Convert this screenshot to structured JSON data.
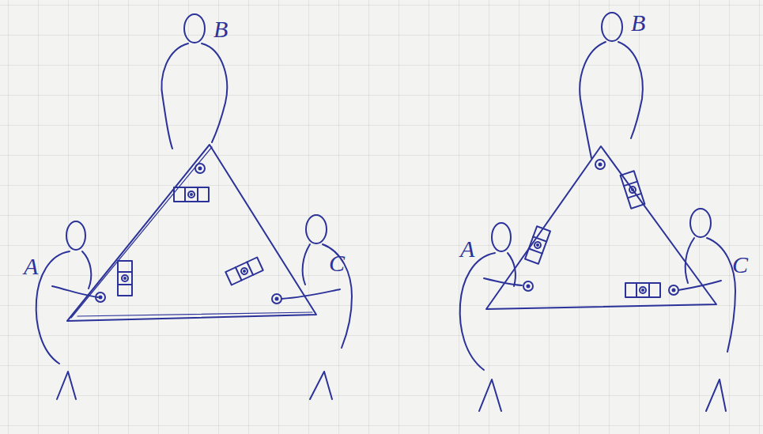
{
  "diagram": {
    "labels": [
      "B",
      "A",
      "C",
      "B",
      "A",
      "C"
    ]
  }
}
